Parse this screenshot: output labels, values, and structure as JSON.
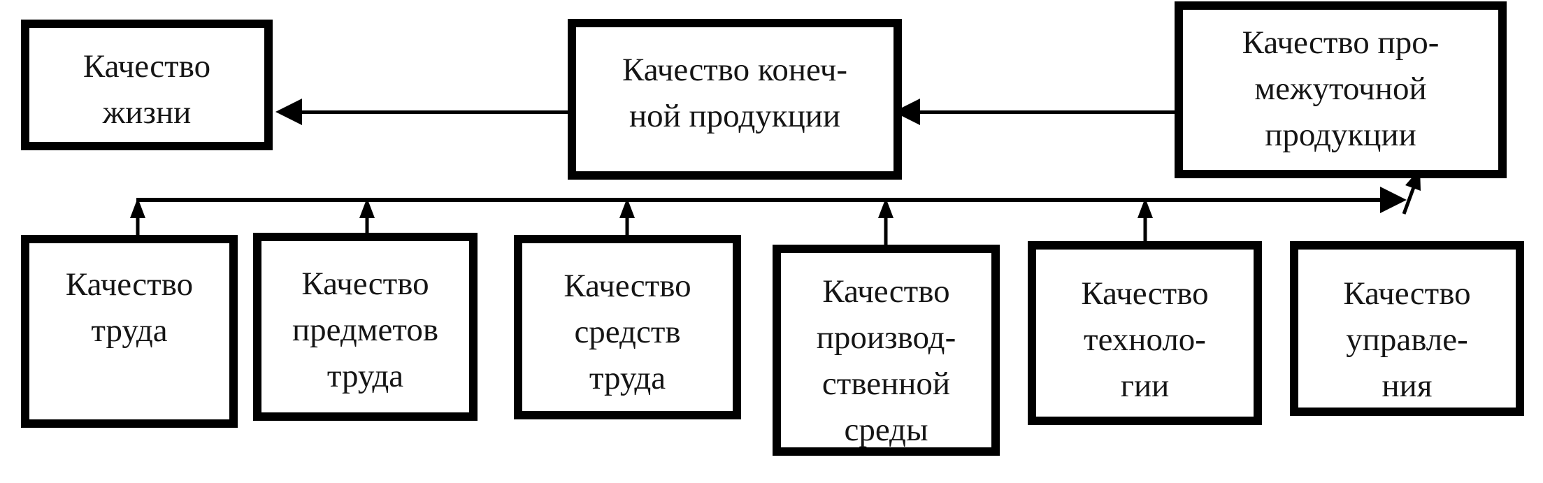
{
  "figure": {
    "background_color": "#ffffff",
    "line_color": "#000000",
    "text_color": "#151515",
    "description": "Flowchart of quality factors feeding product quality"
  },
  "top_row": [
    {
      "name": "quality-of-life",
      "lines": [
        "Качество",
        "жизни"
      ]
    },
    {
      "name": "quality-of-final-products",
      "lines": [
        "Качество конеч-",
        "ной продукции"
      ]
    },
    {
      "name": "quality-of-intermediate-products",
      "lines": [
        "Качество про-",
        "межуточной",
        "продукции"
      ]
    }
  ],
  "bottom_row": [
    {
      "name": "quality-of-labor",
      "lines": [
        "Качество",
        "труда"
      ]
    },
    {
      "name": "quality-of-objects-of-labor",
      "lines": [
        "Качество",
        "предметов",
        "труда"
      ]
    },
    {
      "name": "quality-of-means-of-labor",
      "lines": [
        "Качество",
        "средств",
        "труда"
      ]
    },
    {
      "name": "quality-of-production-environment",
      "lines": [
        "Качество",
        "производ-",
        "ственной",
        "среды"
      ]
    },
    {
      "name": "quality-of-technology",
      "lines": [
        "Качество",
        "техноло-",
        "гии"
      ]
    },
    {
      "name": "quality-of-management",
      "lines": [
        "Качество",
        "управле-",
        "ния"
      ]
    }
  ]
}
